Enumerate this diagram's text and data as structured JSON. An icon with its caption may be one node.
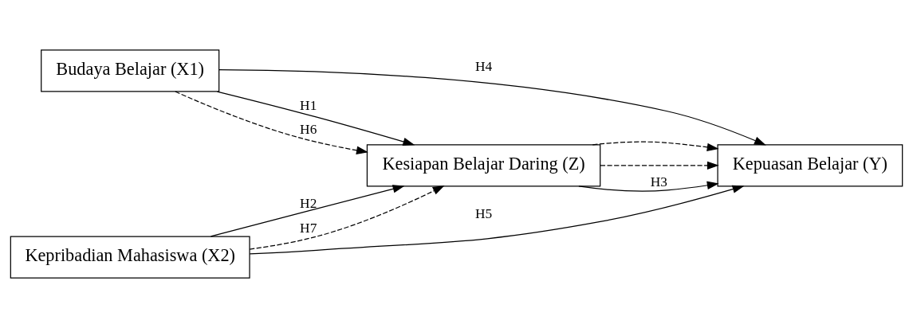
{
  "diagram": {
    "nodes": [
      {
        "text": [
          "Budaya Belajar (X1)"
        ]
      },
      {
        "text": [
          "Kepribadian Mahasiswa (X2)"
        ]
      },
      {
        "text": [
          "Kesiapan Belajar Daring (Z)"
        ]
      },
      {
        "text": [
          "Kepuasan Belajar (Y)"
        ]
      }
    ],
    "edges": [
      {
        "from": 0,
        "to": 2,
        "arrow": "to",
        "label": "H1"
      },
      {
        "from": 0,
        "to": 2,
        "arrow": "to",
        "style": "dashed",
        "label": "H6"
      },
      {
        "from": 1,
        "to": 2,
        "arrow": "to",
        "label": "H2"
      },
      {
        "from": 1,
        "to": 2,
        "arrow": "to",
        "style": "dashed",
        "label": "H7"
      },
      {
        "from": 0,
        "to": 3,
        "arrow": "to",
        "label": "H4"
      },
      {
        "from": 1,
        "to": 3,
        "arrow": "to",
        "label": "H5"
      },
      {
        "from": 2,
        "to": 3,
        "arrow": "to",
        "style": "dashed"
      },
      {
        "from": 2,
        "to": 3,
        "arrow": "to",
        "label": "H3"
      },
      {
        "from": 2,
        "to": 3,
        "arrow": "to",
        "style": "dashed"
      }
    ]
  }
}
